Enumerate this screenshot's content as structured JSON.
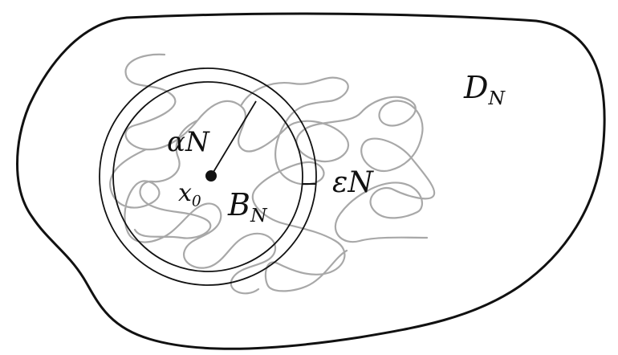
{
  "labels": {
    "domain": {
      "main": "D",
      "sub": "N"
    },
    "radius": {
      "main": "αN"
    },
    "center": {
      "main": "x",
      "sub": "0"
    },
    "ball": {
      "main": "B",
      "sub": "N"
    },
    "annulus_width": {
      "main": "εN"
    }
  },
  "colors": {
    "outline": "#111111",
    "walk": "#a8a8a8",
    "background": "#ffffff"
  }
}
